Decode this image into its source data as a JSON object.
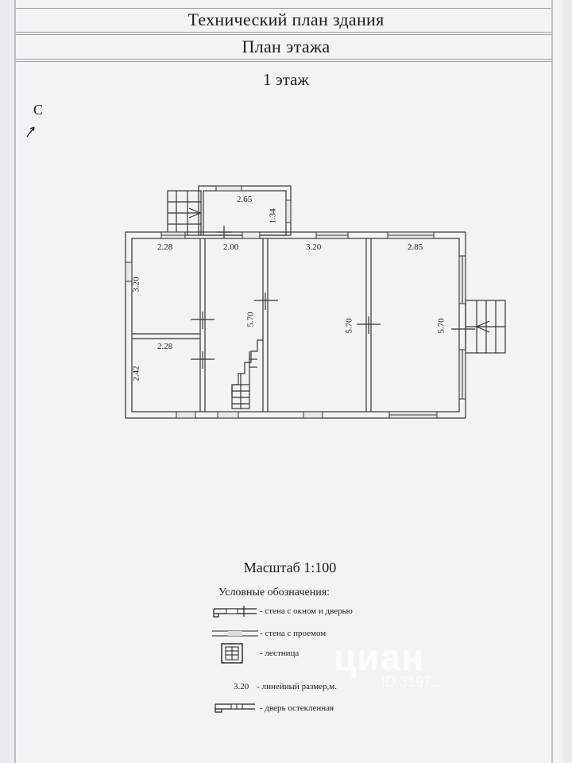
{
  "header": {
    "title": "Технический план здания",
    "subtitle": "План этажа"
  },
  "floor_label": "1 этаж",
  "north_label": "С",
  "plan": {
    "dimensions": {
      "porch_width": "2.65",
      "porch_depth": "1.34",
      "room1_width": "2.28",
      "room1_depth": "3.20",
      "room2_width": "2.28",
      "room2_depth": "2.42",
      "hall_width": "2.00",
      "hall_depth": "5.70",
      "room3_width": "3.20",
      "room3_depth": "5.70",
      "room4_width": "2.85",
      "room4_depth": "5.70"
    }
  },
  "scale": "Масштаб 1:100",
  "legend": {
    "title": "Условные обозначения:",
    "items": [
      {
        "symbol": "wall-window-door-symbol",
        "label": "- стена с окном и дверью"
      },
      {
        "symbol": "wall-opening-symbol",
        "label": "- стена с проемом"
      },
      {
        "symbol": "stairs-symbol",
        "label": "- лестница"
      },
      {
        "symbol": "dimension-symbol",
        "value": "3.20",
        "label": "- линейный размер,м."
      },
      {
        "symbol": "glazed-door-symbol",
        "label": "- дверь остекленная"
      }
    ]
  },
  "watermark": {
    "brand": "циан",
    "id": "ID 3197..."
  }
}
